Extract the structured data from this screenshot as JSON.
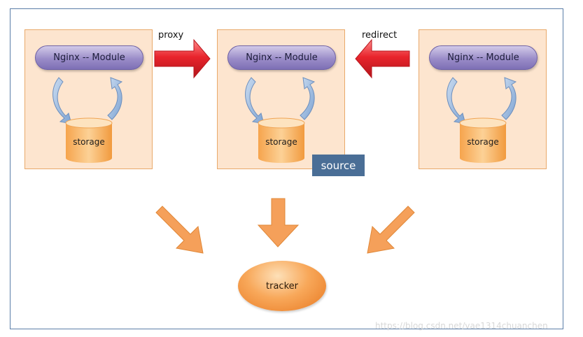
{
  "nodes": {
    "left": {
      "module": "Nginx -- Module",
      "storage": "storage"
    },
    "center": {
      "module": "Nginx -- Module",
      "storage": "storage"
    },
    "right": {
      "module": "Nginx -- Module",
      "storage": "storage"
    }
  },
  "edges": {
    "proxy": "proxy",
    "redirect": "redirect"
  },
  "source_badge": "source",
  "tracker": "tracker",
  "watermark": "https://blog.csdn.net/vae1314chuanchen",
  "colors": {
    "panel_fill": "#fde5cf",
    "panel_border": "#e9a96b",
    "module_fill": "#9a8cc8",
    "storage_fill": "#f7b25e",
    "red_arrow": "#e8242c",
    "orange_arrow": "#f5a05a",
    "blue_curl": "#8fb2dc",
    "badge_fill": "#4a6e96",
    "tracker_fill": "#f8a85a",
    "frame_border": "#5a7da8"
  }
}
